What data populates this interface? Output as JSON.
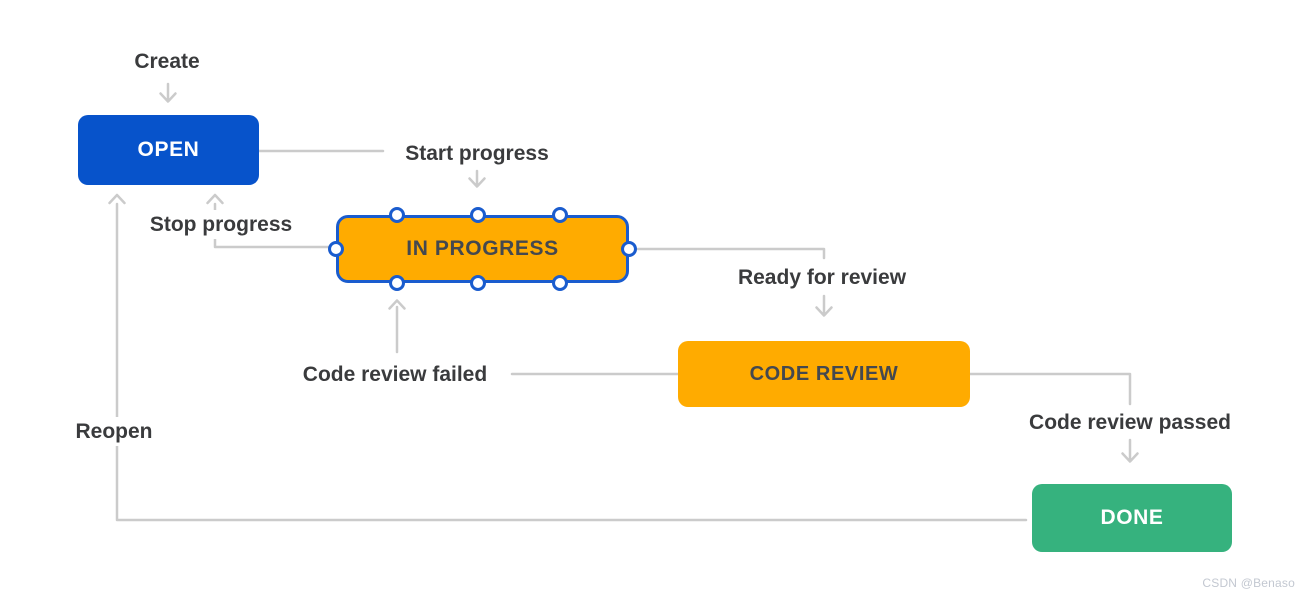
{
  "diagram": {
    "nodes": [
      {
        "id": "open",
        "label": "OPEN",
        "fill": "#0753CB",
        "text_color": "#FFFFFF"
      },
      {
        "id": "in-progress",
        "label": "IN PROGRESS",
        "fill": "#FFAB00",
        "text_color": "#44484F",
        "border_color": "#1A5CCE",
        "selected": true
      },
      {
        "id": "code-review",
        "label": "CODE REVIEW",
        "fill": "#FFAB00",
        "text_color": "#44484F"
      },
      {
        "id": "done",
        "label": "DONE",
        "fill": "#36B27E",
        "text_color": "#FFFFFF"
      }
    ],
    "transitions": [
      {
        "id": "create",
        "label": "Create",
        "from": "",
        "to": "open"
      },
      {
        "id": "start-progress",
        "label": "Start progress",
        "from": "open",
        "to": "in-progress"
      },
      {
        "id": "stop-progress",
        "label": "Stop progress",
        "from": "in-progress",
        "to": "open"
      },
      {
        "id": "ready-for-review",
        "label": "Ready for review",
        "from": "in-progress",
        "to": "code-review"
      },
      {
        "id": "code-review-failed",
        "label": "Code review failed",
        "from": "code-review",
        "to": "in-progress"
      },
      {
        "id": "code-review-passed",
        "label": "Code review passed",
        "from": "code-review",
        "to": "done"
      },
      {
        "id": "reopen",
        "label": "Reopen",
        "from": "done",
        "to": "open"
      }
    ],
    "colors": {
      "connector": "#CBCBCB",
      "label_text": "#3A3B3D",
      "selection": "#1A5CCE"
    }
  },
  "watermark": {
    "text": "CSDN @Benaso"
  }
}
